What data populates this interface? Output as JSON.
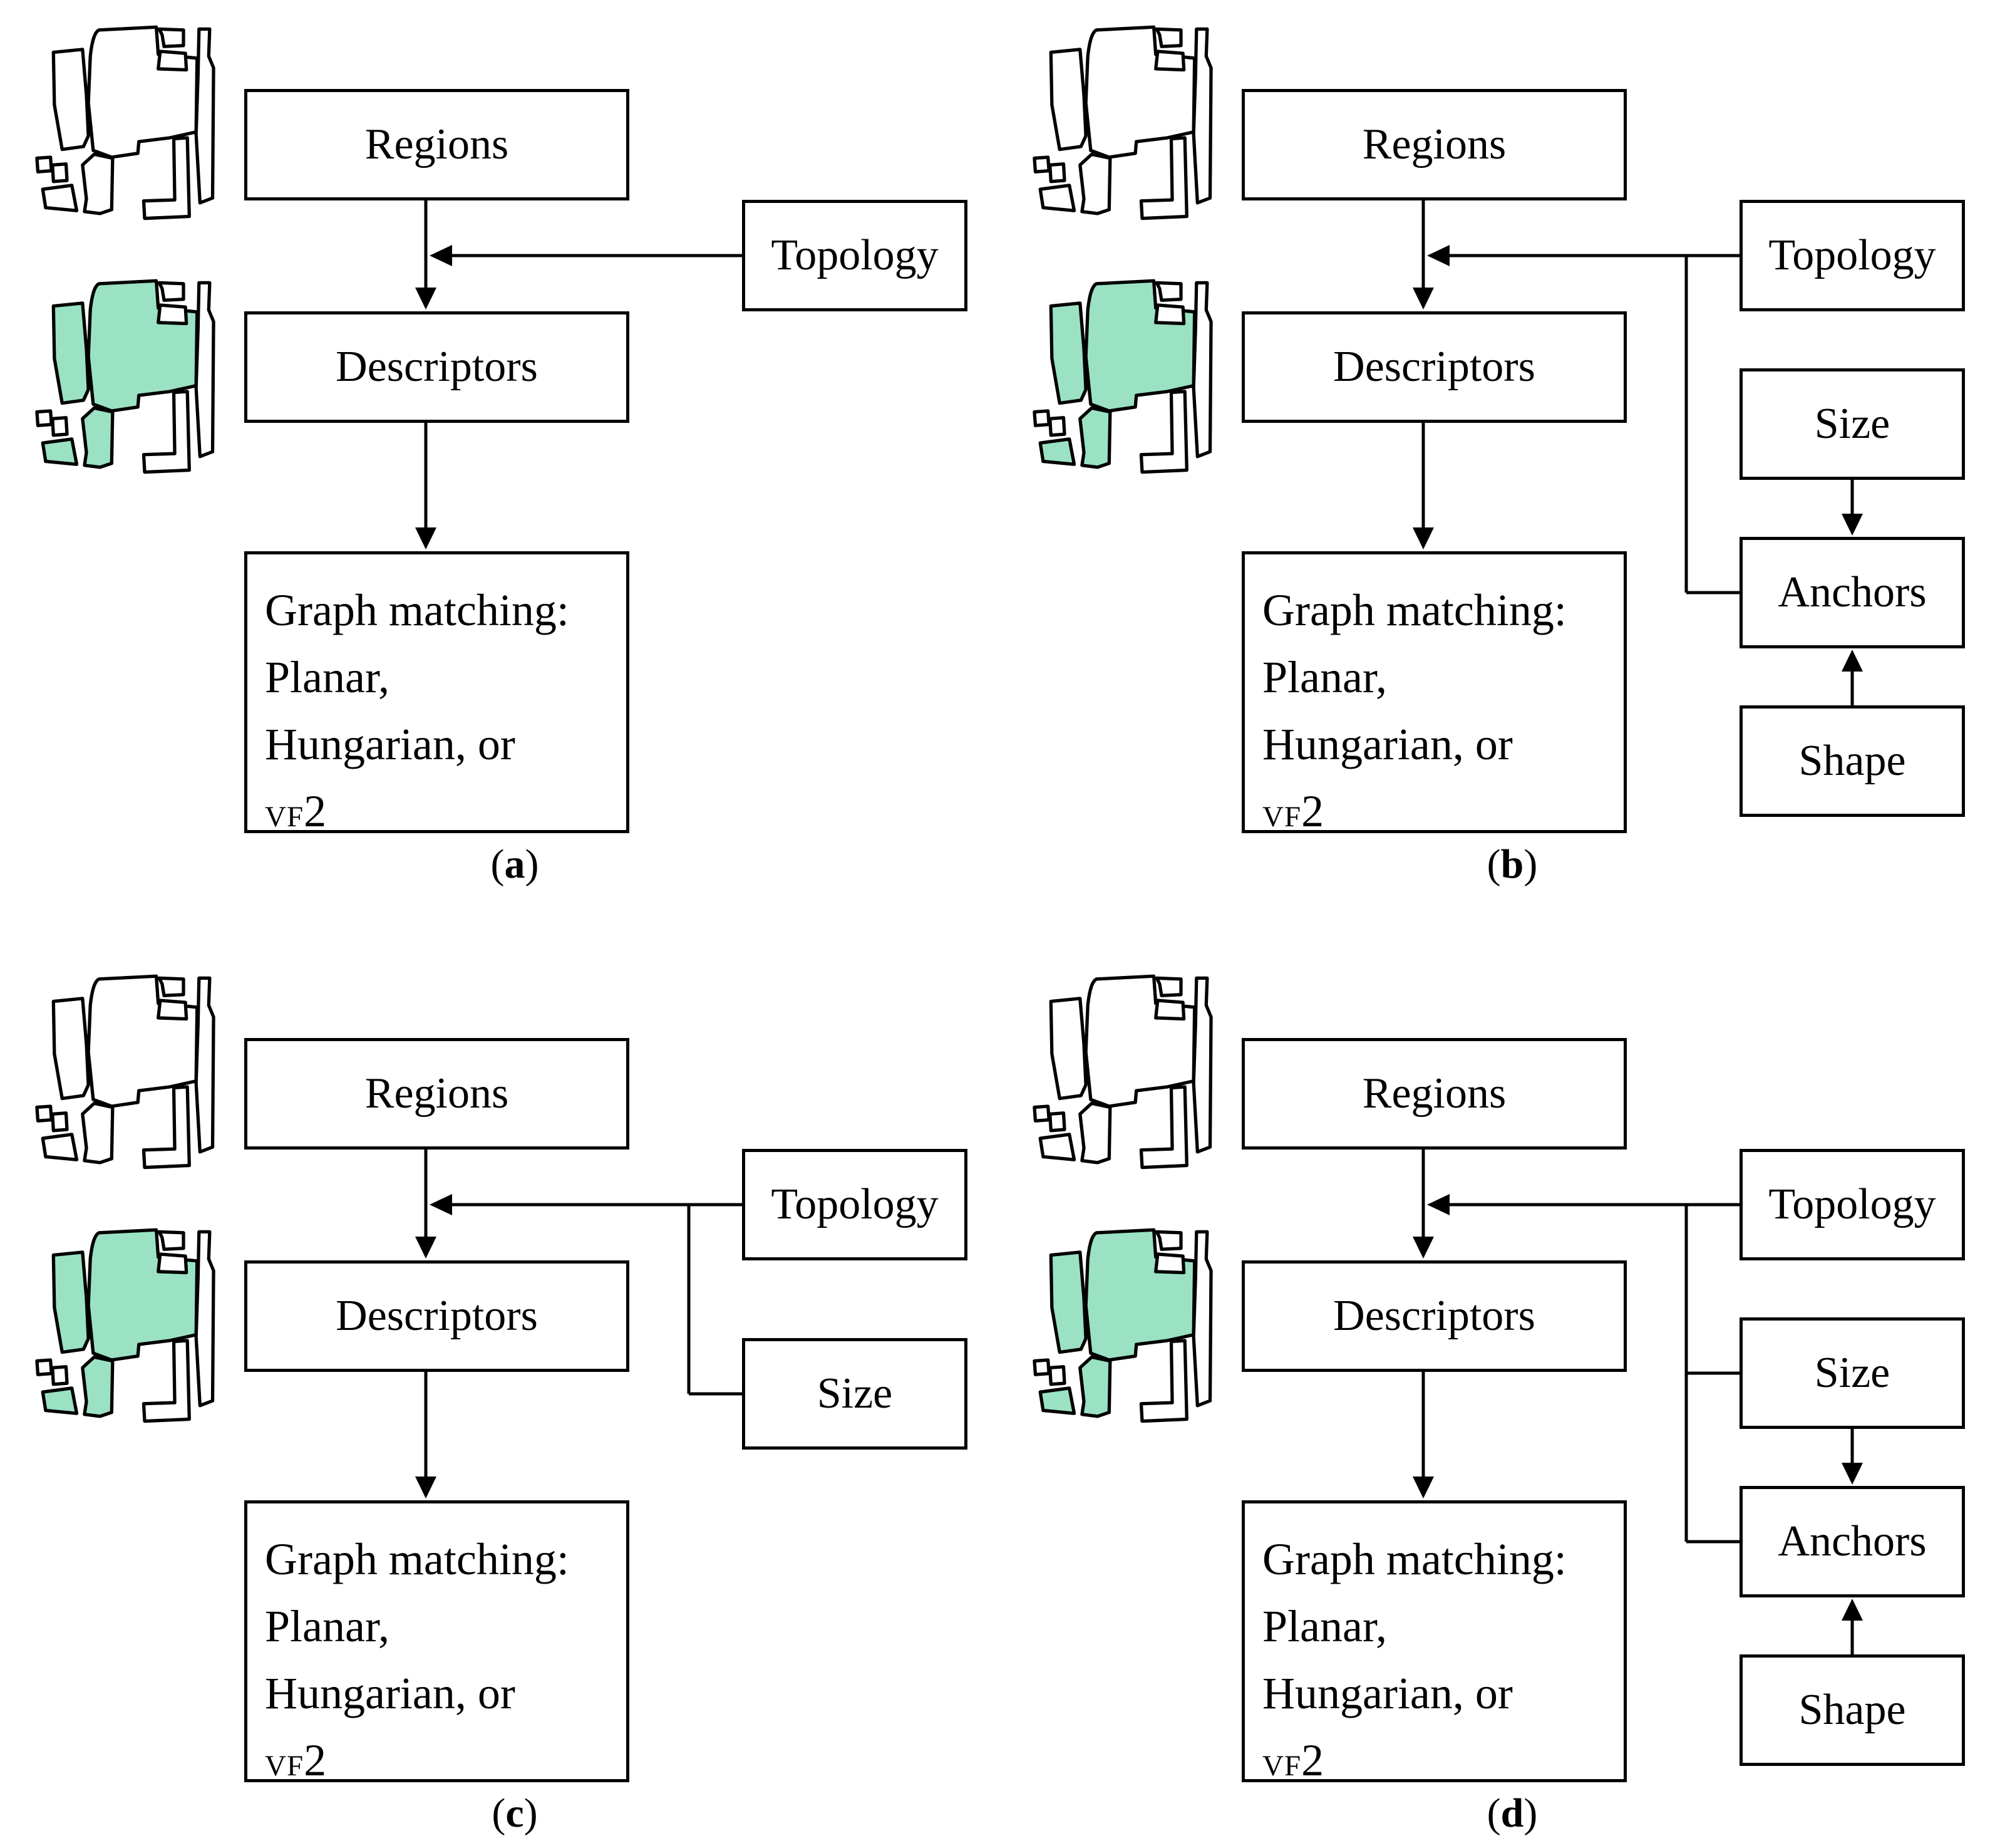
{
  "colors": {
    "parcel_green": "#9ae2c3",
    "line_black": "#000000",
    "background_white": "#ffffff"
  },
  "labels": {
    "regions": "Regions",
    "descriptors": "Descriptors",
    "graph_line1": "Graph matching:",
    "graph_line2": "Planar,",
    "graph_line3": "Hungarian, or",
    "graph_vf": "VF",
    "graph_two": "2",
    "topology": "Topology",
    "size": "Size",
    "anchors": "Anchors",
    "shape": "Shape",
    "caption_open": "(",
    "caption_close": ")"
  },
  "panels": [
    {
      "letter": "a",
      "nodes": [
        "Regions",
        "Descriptors",
        "Graph matching: Planar, Hungarian, or VF2",
        "Topology"
      ],
      "edges": [
        "Regions -> Descriptors",
        "Descriptors -> Graph matching",
        "Topology -> (Regions->Descriptors link)"
      ]
    },
    {
      "letter": "b",
      "nodes": [
        "Regions",
        "Descriptors",
        "Graph matching: Planar, Hungarian, or VF2",
        "Topology",
        "Size",
        "Anchors",
        "Shape"
      ],
      "edges": [
        "Regions -> Descriptors",
        "Descriptors -> Graph matching",
        "Topology -> (Regions->Descriptors link)",
        "Anchors -> (Regions->Descriptors link)",
        "Size -> Anchors",
        "Shape -> Anchors"
      ]
    },
    {
      "letter": "c",
      "nodes": [
        "Regions",
        "Descriptors",
        "Graph matching: Planar, Hungarian, or VF2",
        "Topology",
        "Size"
      ],
      "edges": [
        "Regions -> Descriptors",
        "Descriptors -> Graph matching",
        "Topology -> (Regions->Descriptors link)",
        "Size -> (Regions->Descriptors link)"
      ]
    },
    {
      "letter": "d",
      "nodes": [
        "Regions",
        "Descriptors",
        "Graph matching: Planar, Hungarian, or VF2",
        "Topology",
        "Size",
        "Anchors",
        "Shape"
      ],
      "edges": [
        "Regions -> Descriptors",
        "Descriptors -> Graph matching",
        "Topology -> (Regions->Descriptors link)",
        "Size -> (Regions->Descriptors link)",
        "Anchors -> (Regions->Descriptors link)",
        "Size -> Anchors",
        "Shape -> Anchors"
      ]
    }
  ]
}
